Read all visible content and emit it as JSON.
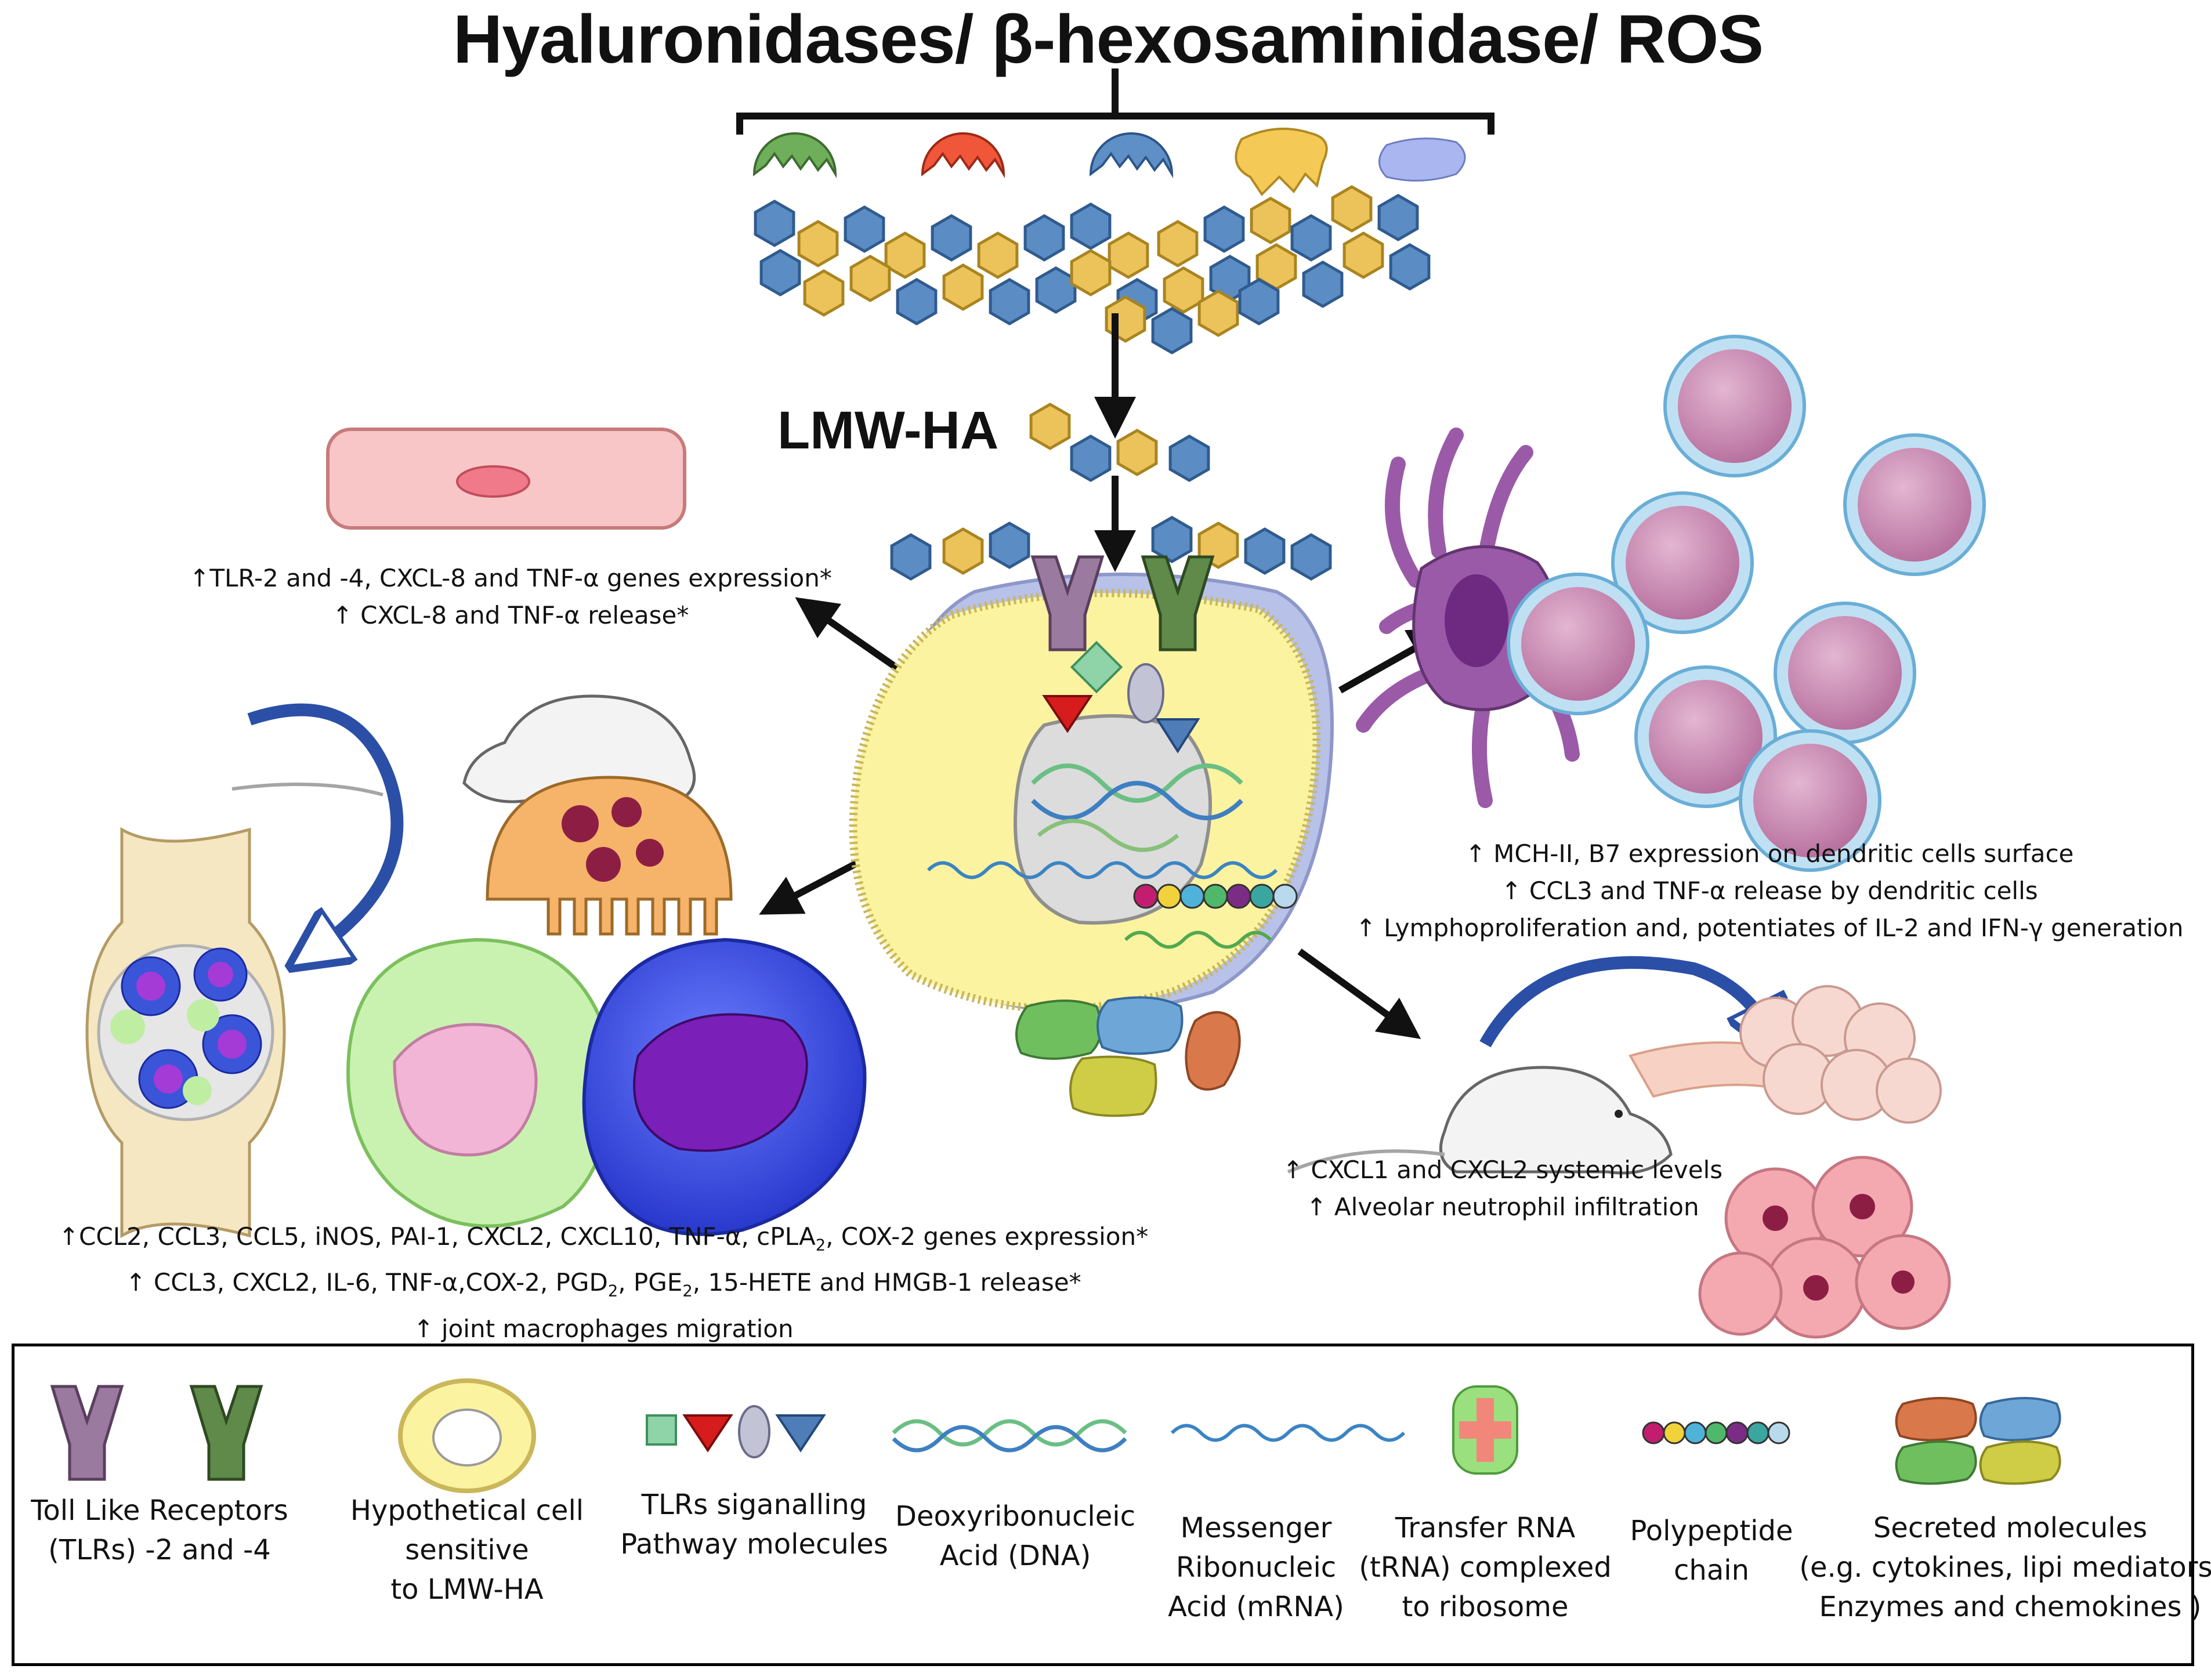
{
  "title": "Hyaluronidases/ β-hexosaminidase/ ROS",
  "lmw_label": "LMW-HA",
  "effects": {
    "fibroblast": [
      "↑TLR-2 and -4, CXCL-8 and TNF-α genes expression*",
      "↑ CXCL-8 and TNF-α release*"
    ],
    "dendritic": [
      "↑ MCH-II, B7 expression on dendritic cells surface",
      "↑ CCL3 and TNF-α release by dendritic cells",
      "↑ Lymphoproliferation and, potentiates of IL-2 and IFN-γ generation"
    ],
    "lung": [
      "↑ CXCL1 and CXCL2 systemic levels",
      "↑ Alveolar neutrophil infiltration"
    ],
    "macrophage": {
      "line1_a": "↑CCL2, CCL3, CCL5, iNOS, PAI-1, CXCL2, CXCL10, TNF-α, cPLA",
      "line1_sub": "2",
      "line1_b": ", COX-2 genes expression*",
      "line2_a": "↑ CCL3, CXCL2, IL-6, TNF-α,COX-2, PGD",
      "line2_sub1": "2",
      "line2_b": ", PGE",
      "line2_sub2": "2",
      "line2_c": ", 15-HETE and HMGB-1 release*",
      "line3": "↑ joint macrophages migration"
    }
  },
  "legend": [
    {
      "icon": "tlr-receptor-icon",
      "lines": [
        "Toll Like Receptors",
        "(TLRs) -2 and -4"
      ]
    },
    {
      "icon": "hypothetical-cell-icon",
      "lines": [
        "Hypothetical cell",
        "sensitive",
        "to LMW-HA"
      ]
    },
    {
      "icon": "signalling-molecules-icon",
      "lines": [
        "TLRs siganalling",
        "Pathway molecules"
      ]
    },
    {
      "icon": "dna-icon",
      "lines": [
        "Deoxyribonucleic",
        "Acid (DNA)"
      ]
    },
    {
      "icon": "mrna-icon",
      "lines": [
        "Messenger",
        "Ribonucleic",
        "Acid (mRNA)"
      ]
    },
    {
      "icon": "trna-ribosome-icon",
      "lines": [
        "Transfer RNA",
        "(tRNA) complexed",
        "to ribosome"
      ]
    },
    {
      "icon": "polypeptide-chain-icon",
      "lines": [
        "Polypeptide",
        "chain"
      ]
    },
    {
      "icon": "secreted-molecules-icon",
      "lines": [
        "Secreted molecules",
        "(e.g. cytokines, lipi mediators,",
        "Enzymes and chemokines )"
      ]
    }
  ],
  "colors": {
    "ha_blue": "#5b8cc4",
    "ha_yellow": "#ecc35a",
    "cell_yellow": "#fbf3a0",
    "tlr2": "#9b7aa0",
    "tlr4": "#5f8a4a",
    "dendritic": "#9a5aa8",
    "lymphocyte": "#c58ab0",
    "macrophage_blue": "#3a55d8",
    "neutrophil_green": "#c9f2b0"
  }
}
